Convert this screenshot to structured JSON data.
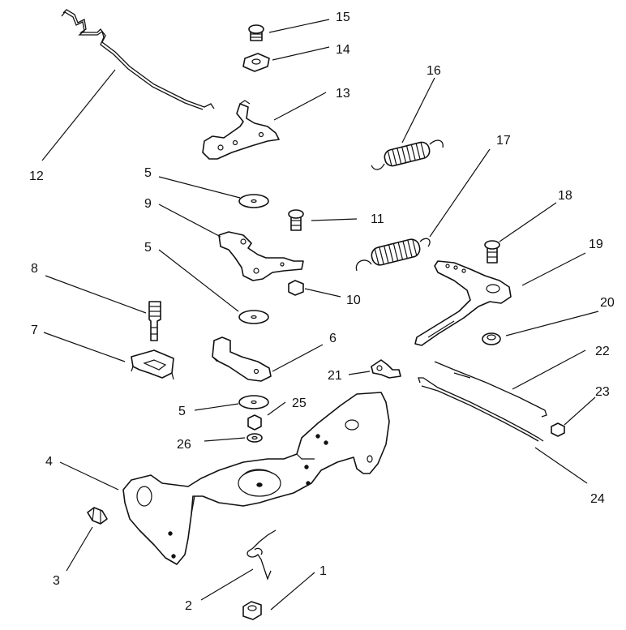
{
  "diagram": {
    "callouts": [
      {
        "id": "c1",
        "label": "1"
      },
      {
        "id": "c2",
        "label": "2"
      },
      {
        "id": "c3",
        "label": "3"
      },
      {
        "id": "c4",
        "label": "4"
      },
      {
        "id": "c5a",
        "label": "5"
      },
      {
        "id": "c5b",
        "label": "5"
      },
      {
        "id": "c5c",
        "label": "5"
      },
      {
        "id": "c6",
        "label": "6"
      },
      {
        "id": "c7",
        "label": "7"
      },
      {
        "id": "c8",
        "label": "8"
      },
      {
        "id": "c9",
        "label": "9"
      },
      {
        "id": "c10",
        "label": "10"
      },
      {
        "id": "c11",
        "label": "11"
      },
      {
        "id": "c12",
        "label": "12"
      },
      {
        "id": "c13",
        "label": "13"
      },
      {
        "id": "c14",
        "label": "14"
      },
      {
        "id": "c15",
        "label": "15"
      },
      {
        "id": "c16",
        "label": "16"
      },
      {
        "id": "c17",
        "label": "17"
      },
      {
        "id": "c18",
        "label": "18"
      },
      {
        "id": "c19",
        "label": "19"
      },
      {
        "id": "c20",
        "label": "20"
      },
      {
        "id": "c21",
        "label": "21"
      },
      {
        "id": "c22",
        "label": "22"
      },
      {
        "id": "c23",
        "label": "23"
      },
      {
        "id": "c24",
        "label": "24"
      },
      {
        "id": "c25",
        "label": "25"
      },
      {
        "id": "c26",
        "label": "26"
      }
    ]
  }
}
